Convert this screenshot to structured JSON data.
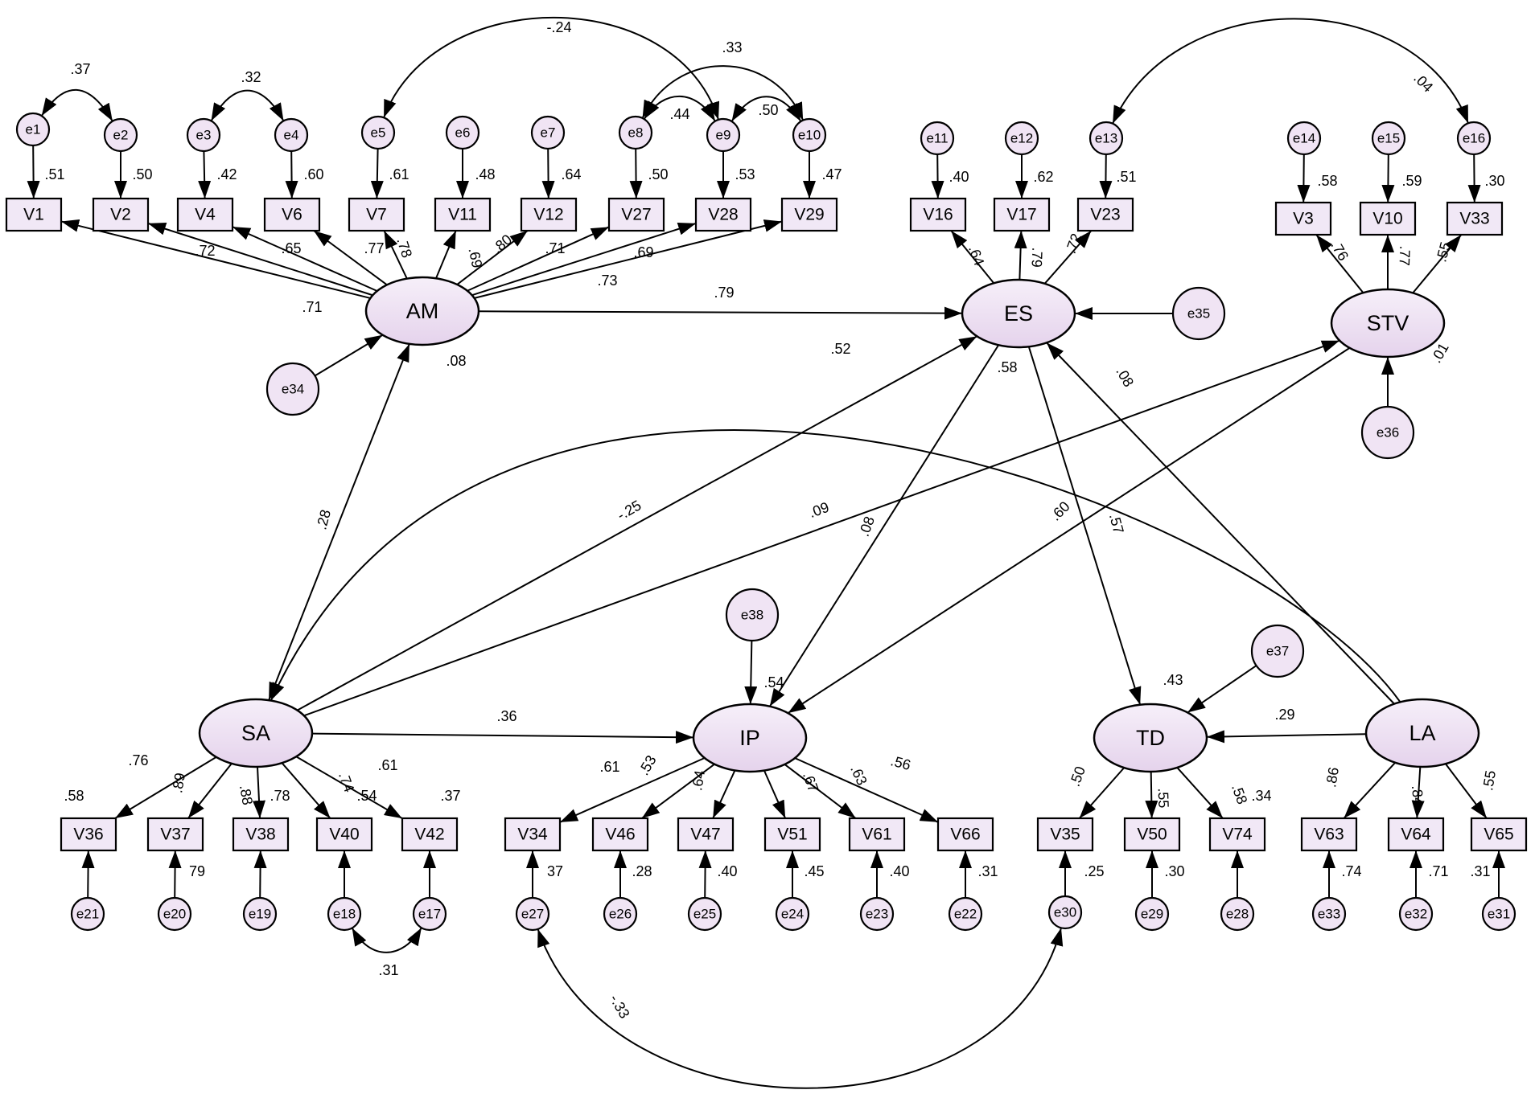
{
  "latents": [
    {
      "id": "AM",
      "label": "AM"
    },
    {
      "id": "ES",
      "label": "ES"
    },
    {
      "id": "STV",
      "label": "STV"
    },
    {
      "id": "SA",
      "label": "SA"
    },
    {
      "id": "IP",
      "label": "IP"
    },
    {
      "id": "TD",
      "label": "TD"
    },
    {
      "id": "LA",
      "label": "LA"
    }
  ],
  "observed": [
    {
      "id": "V1",
      "label": "V1"
    },
    {
      "id": "V2",
      "label": "V2"
    },
    {
      "id": "V4",
      "label": "V4"
    },
    {
      "id": "V6",
      "label": "V6"
    },
    {
      "id": "V7",
      "label": "V7"
    },
    {
      "id": "V11",
      "label": "V11"
    },
    {
      "id": "V12",
      "label": "V12"
    },
    {
      "id": "V27",
      "label": "V27"
    },
    {
      "id": "V28",
      "label": "V28"
    },
    {
      "id": "V29",
      "label": "V29"
    },
    {
      "id": "V16",
      "label": "V16"
    },
    {
      "id": "V17",
      "label": "V17"
    },
    {
      "id": "V23",
      "label": "V23"
    },
    {
      "id": "V3",
      "label": "V3"
    },
    {
      "id": "V10",
      "label": "V10"
    },
    {
      "id": "V33",
      "label": "V33"
    },
    {
      "id": "V36",
      "label": "V36"
    },
    {
      "id": "V37",
      "label": "V37"
    },
    {
      "id": "V38",
      "label": "V38"
    },
    {
      "id": "V40",
      "label": "V40"
    },
    {
      "id": "V42",
      "label": "V42"
    },
    {
      "id": "V34",
      "label": "V34"
    },
    {
      "id": "V46",
      "label": "V46"
    },
    {
      "id": "V47",
      "label": "V47"
    },
    {
      "id": "V51",
      "label": "V51"
    },
    {
      "id": "V61",
      "label": "V61"
    },
    {
      "id": "V66",
      "label": "V66"
    },
    {
      "id": "V35",
      "label": "V35"
    },
    {
      "id": "V50",
      "label": "V50"
    },
    {
      "id": "V74",
      "label": "V74"
    },
    {
      "id": "V63",
      "label": "V63"
    },
    {
      "id": "V64",
      "label": "V64"
    },
    {
      "id": "V65",
      "label": "V65"
    }
  ],
  "errors": [
    {
      "id": "e1",
      "label": "e1"
    },
    {
      "id": "e2",
      "label": "e2"
    },
    {
      "id": "e3",
      "label": "e3"
    },
    {
      "id": "e4",
      "label": "e4"
    },
    {
      "id": "e5",
      "label": "e5"
    },
    {
      "id": "e6",
      "label": "e6"
    },
    {
      "id": "e7",
      "label": "e7"
    },
    {
      "id": "e8",
      "label": "e8"
    },
    {
      "id": "e9",
      "label": "e9"
    },
    {
      "id": "e10",
      "label": "e10"
    },
    {
      "id": "e11",
      "label": "e11"
    },
    {
      "id": "e12",
      "label": "e12"
    },
    {
      "id": "e13",
      "label": "e13"
    },
    {
      "id": "e14",
      "label": "e14"
    },
    {
      "id": "e15",
      "label": "e15"
    },
    {
      "id": "e16",
      "label": "e16"
    },
    {
      "id": "e21",
      "label": "e21"
    },
    {
      "id": "e20",
      "label": "e20"
    },
    {
      "id": "e19",
      "label": "e19"
    },
    {
      "id": "e18",
      "label": "e18"
    },
    {
      "id": "e17",
      "label": "e17"
    },
    {
      "id": "e27",
      "label": "e27"
    },
    {
      "id": "e26",
      "label": "e26"
    },
    {
      "id": "e25",
      "label": "e25"
    },
    {
      "id": "e24",
      "label": "e24"
    },
    {
      "id": "e23",
      "label": "e23"
    },
    {
      "id": "e22",
      "label": "e22"
    },
    {
      "id": "e30",
      "label": "e30"
    },
    {
      "id": "e29",
      "label": "e29"
    },
    {
      "id": "e28",
      "label": "e28"
    },
    {
      "id": "e33",
      "label": "e33"
    },
    {
      "id": "e32",
      "label": "e32"
    },
    {
      "id": "e31",
      "label": "e31"
    },
    {
      "id": "e34",
      "label": "e34"
    },
    {
      "id": "e35",
      "label": "e35"
    },
    {
      "id": "e36",
      "label": "e36"
    },
    {
      "id": "e37",
      "label": "e37"
    },
    {
      "id": "e38",
      "label": "e38"
    }
  ],
  "loadings": [
    {
      "from": "AM",
      "to": "V1",
      "value": ".71"
    },
    {
      "from": "AM",
      "to": "V2",
      "value": ".72"
    },
    {
      "from": "AM",
      "to": "V4",
      "value": ".65"
    },
    {
      "from": "AM",
      "to": "V6",
      "value": ".77"
    },
    {
      "from": "AM",
      "to": "V7",
      "value": ".78"
    },
    {
      "from": "AM",
      "to": "V11",
      "value": ".69"
    },
    {
      "from": "AM",
      "to": "V12",
      "value": ".80"
    },
    {
      "from": "AM",
      "to": "V27",
      "value": ".71"
    },
    {
      "from": "AM",
      "to": "V28",
      "value": ".69"
    },
    {
      "from": "AM",
      "to": "V29",
      "value": ".73"
    },
    {
      "from": "ES",
      "to": "V16",
      "value": ".64"
    },
    {
      "from": "ES",
      "to": "V17",
      "value": ".79"
    },
    {
      "from": "ES",
      "to": "V23",
      "value": ".72"
    },
    {
      "from": "STV",
      "to": "V3",
      "value": ".76"
    },
    {
      "from": "STV",
      "to": "V10",
      "value": ".77"
    },
    {
      "from": "STV",
      "to": "V33",
      "value": ".55"
    },
    {
      "from": "SA",
      "to": "V36",
      "value": ".76"
    },
    {
      "from": "SA",
      "to": "V37",
      "value": ".89"
    },
    {
      "from": "SA",
      "to": "V38",
      "value": ".88"
    },
    {
      "from": "SA",
      "to": "V40",
      "value": ".74"
    },
    {
      "from": "SA",
      "to": "V42",
      "value": ".61"
    },
    {
      "from": "IP",
      "to": "V34",
      "value": ".61"
    },
    {
      "from": "IP",
      "to": "V46",
      "value": ".53"
    },
    {
      "from": "IP",
      "to": "V47",
      "value": ".64"
    },
    {
      "from": "IP",
      "to": "V51",
      "value": ".67"
    },
    {
      "from": "IP",
      "to": "V61",
      "value": ".63"
    },
    {
      "from": "IP",
      "to": "V66",
      "value": ".56"
    },
    {
      "from": "TD",
      "to": "V35",
      "value": ".50"
    },
    {
      "from": "TD",
      "to": "V50",
      "value": ".55"
    },
    {
      "from": "TD",
      "to": "V74",
      "value": ".58"
    },
    {
      "from": "LA",
      "to": "V63",
      "value": ".86"
    },
    {
      "from": "LA",
      "to": "V64",
      "value": ".84"
    },
    {
      "from": "LA",
      "to": "V65",
      "value": ".55"
    }
  ],
  "indicator_r2": [
    {
      "indicator": "V1",
      "value": ".51"
    },
    {
      "indicator": "V2",
      "value": ".50"
    },
    {
      "indicator": "V4",
      "value": ".42"
    },
    {
      "indicator": "V6",
      "value": ".60"
    },
    {
      "indicator": "V7",
      "value": ".61"
    },
    {
      "indicator": "V11",
      "value": ".48"
    },
    {
      "indicator": "V12",
      "value": ".64"
    },
    {
      "indicator": "V27",
      "value": ".50"
    },
    {
      "indicator": "V28",
      "value": ".53"
    },
    {
      "indicator": "V29",
      "value": ".47"
    },
    {
      "indicator": "V16",
      "value": ".40"
    },
    {
      "indicator": "V17",
      "value": ".62"
    },
    {
      "indicator": "V23",
      "value": ".51"
    },
    {
      "indicator": "V3",
      "value": ".58"
    },
    {
      "indicator": "V10",
      "value": ".59"
    },
    {
      "indicator": "V33",
      "value": ".30"
    },
    {
      "indicator": "V36",
      "value": ".58"
    },
    {
      "indicator": "V37",
      "value": "79"
    },
    {
      "indicator": "V38",
      "value": ".78"
    },
    {
      "indicator": "V40",
      "value": ".54"
    },
    {
      "indicator": "V42",
      "value": ".37"
    },
    {
      "indicator": "V34",
      "value": "37"
    },
    {
      "indicator": "V46",
      "value": ".28"
    },
    {
      "indicator": "V47",
      "value": ".40"
    },
    {
      "indicator": "V51",
      "value": ".45"
    },
    {
      "indicator": "V61",
      "value": ".40"
    },
    {
      "indicator": "V66",
      "value": ".31"
    },
    {
      "indicator": "V35",
      "value": ".25"
    },
    {
      "indicator": "V50",
      "value": ".30"
    },
    {
      "indicator": "V74",
      "value": ".34"
    },
    {
      "indicator": "V63",
      "value": ".74"
    },
    {
      "indicator": "V64",
      "value": ".71"
    },
    {
      "indicator": "V65",
      "value": ".31"
    }
  ],
  "latent_r2": [
    {
      "latent": "AM",
      "value": ".08"
    },
    {
      "latent": "ES",
      "value": ".58"
    },
    {
      "latent": "STV",
      "value": ".01"
    },
    {
      "latent": "IP",
      "value": ".54"
    },
    {
      "latent": "TD",
      "value": ".43"
    }
  ],
  "structural_paths": [
    {
      "from": "AM",
      "to": "ES",
      "value": ".79"
    },
    {
      "from": "SA",
      "to": "AM",
      "value": ".28"
    },
    {
      "from": "SA",
      "to": "ES",
      "value": "-.25"
    },
    {
      "from": "SA",
      "to": "STV",
      "value": ".09"
    },
    {
      "from": "SA",
      "to": "IP",
      "value": ".36"
    },
    {
      "from": "ES",
      "to": "IP",
      "value": ".08"
    },
    {
      "from": "STV",
      "to": "IP",
      "value": ".60"
    },
    {
      "from": "ES",
      "to": "TD",
      "value": ".57"
    },
    {
      "from": "LA",
      "to": "ES",
      "value": ".08"
    },
    {
      "from": "LA",
      "to": "TD",
      "value": ".29"
    },
    {
      "from": "LA",
      "to": "SA",
      "value": ".52"
    }
  ],
  "covariances": [
    {
      "a": "e1",
      "b": "e2",
      "value": ".37"
    },
    {
      "a": "e3",
      "b": "e4",
      "value": ".32"
    },
    {
      "a": "e5",
      "b": "e9",
      "value": "-.24"
    },
    {
      "a": "e8",
      "b": "e10",
      "value": ".33"
    },
    {
      "a": "e8",
      "b": "e9",
      "value": ".44"
    },
    {
      "a": "e9",
      "b": "e10",
      "value": ".50"
    },
    {
      "a": "e13",
      "b": "e16",
      "value": ".04"
    },
    {
      "a": "e18",
      "b": "e17",
      "value": ".31"
    },
    {
      "a": "e27",
      "b": "e30",
      "value": "-.33"
    }
  ]
}
